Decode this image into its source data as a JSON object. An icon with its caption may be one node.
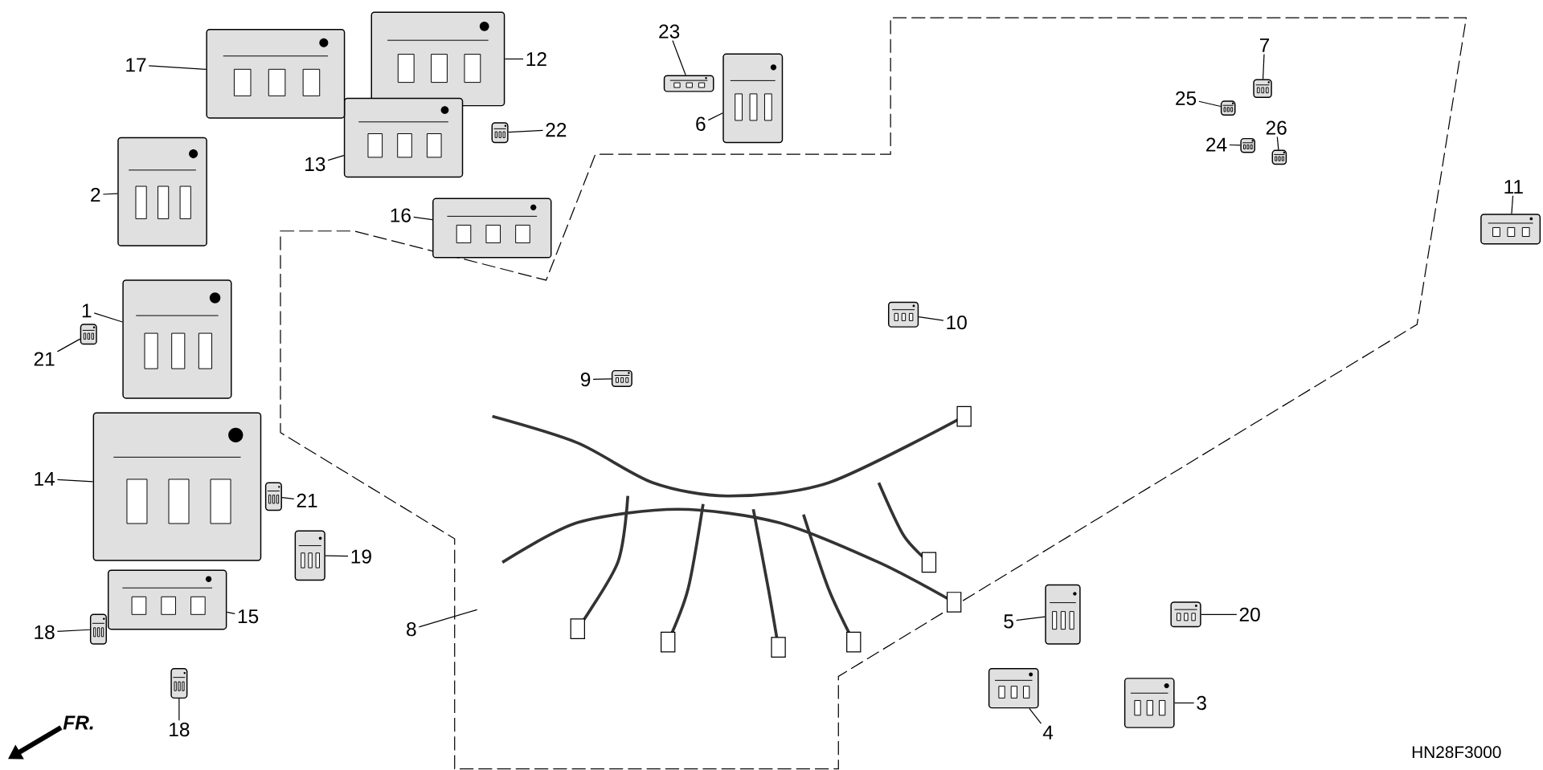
{
  "diagram": {
    "nodes": [
      {
        "text": [
          "1"
        ]
      },
      {
        "text": [],
        "shape": "picture"
      },
      {
        "text": [
          "2"
        ]
      },
      {
        "text": [],
        "shape": "picture"
      },
      {
        "text": [
          "3"
        ]
      },
      {
        "text": [],
        "shape": "picture"
      },
      {
        "text": [
          "4"
        ]
      },
      {
        "text": [],
        "shape": "picture"
      },
      {
        "text": [
          "5"
        ]
      },
      {
        "text": [],
        "shape": "picture"
      },
      {
        "text": [
          "6"
        ]
      },
      {
        "text": [],
        "shape": "picture"
      },
      {
        "text": [
          "7"
        ]
      },
      {
        "text": [],
        "shape": "picture"
      },
      {
        "text": [
          "8"
        ]
      },
      {
        "text": [],
        "shape": "picture"
      },
      {
        "text": [
          "9"
        ]
      },
      {
        "text": [],
        "shape": "picture"
      },
      {
        "text": [
          "10"
        ]
      },
      {
        "text": [],
        "shape": "picture"
      },
      {
        "text": [
          "11"
        ]
      },
      {
        "text": [],
        "shape": "picture"
      },
      {
        "text": [
          "12"
        ]
      },
      {
        "text": [],
        "shape": "picture"
      },
      {
        "text": [
          "13"
        ]
      },
      {
        "text": [],
        "shape": "picture"
      },
      {
        "text": [
          "14"
        ]
      },
      {
        "text": [],
        "shape": "picture"
      },
      {
        "text": [
          "15"
        ]
      },
      {
        "text": [],
        "shape": "picture"
      },
      {
        "text": [
          "16"
        ]
      },
      {
        "text": [],
        "shape": "picture"
      },
      {
        "text": [
          "17"
        ]
      },
      {
        "text": [],
        "shape": "picture"
      },
      {
        "text": [
          "18"
        ]
      },
      {
        "text": [],
        "shape": "picture"
      },
      {
        "text": [
          "18"
        ]
      },
      {
        "text": [],
        "shape": "picture"
      },
      {
        "text": [
          "19"
        ]
      },
      {
        "text": [],
        "shape": "picture"
      },
      {
        "text": [
          "20"
        ]
      },
      {
        "text": [],
        "shape": "picture"
      },
      {
        "text": [
          "21"
        ]
      },
      {
        "text": [],
        "shape": "picture"
      },
      {
        "text": [
          "21"
        ]
      },
      {
        "text": [],
        "shape": "picture"
      },
      {
        "text": [
          "22"
        ]
      },
      {
        "text": [],
        "shape": "picture"
      },
      {
        "text": [
          "23"
        ]
      },
      {
        "text": [],
        "shape": "picture"
      },
      {
        "text": [
          "24"
        ]
      },
      {
        "text": [],
        "shape": "picture"
      },
      {
        "text": [
          "25"
        ]
      },
      {
        "text": [],
        "shape": "picture"
      },
      {
        "text": [
          "26"
        ]
      },
      {
        "text": [],
        "shape": "picture"
      }
    ],
    "edges": [
      {
        "from": 0,
        "to": 1,
        "arrow": "none"
      },
      {
        "from": 2,
        "to": 3,
        "arrow": "none"
      },
      {
        "from": 4,
        "to": 5,
        "arrow": "none"
      },
      {
        "from": 6,
        "to": 7,
        "arrow": "none"
      },
      {
        "from": 8,
        "to": 9,
        "arrow": "none"
      },
      {
        "from": 10,
        "to": 11,
        "arrow": "none"
      },
      {
        "from": 12,
        "to": 13,
        "arrow": "none"
      },
      {
        "from": 14,
        "to": 15,
        "arrow": "none"
      },
      {
        "from": 16,
        "to": 17,
        "arrow": "none"
      },
      {
        "from": 18,
        "to": 19,
        "arrow": "none"
      },
      {
        "from": 20,
        "to": 21,
        "arrow": "none"
      },
      {
        "from": 22,
        "to": 23,
        "arrow": "none"
      },
      {
        "from": 24,
        "to": 25,
        "arrow": "none"
      },
      {
        "from": 26,
        "to": 27,
        "arrow": "none"
      },
      {
        "from": 28,
        "to": 29,
        "arrow": "none"
      },
      {
        "from": 30,
        "to": 31,
        "arrow": "none"
      },
      {
        "from": 32,
        "to": 33,
        "arrow": "none"
      },
      {
        "from": 34,
        "to": 35,
        "arrow": "none"
      },
      {
        "from": 36,
        "to": 37,
        "arrow": "none"
      },
      {
        "from": 38,
        "to": 39,
        "arrow": "none"
      },
      {
        "from": 40,
        "to": 41,
        "arrow": "none"
      },
      {
        "from": 42,
        "to": 43,
        "arrow": "none"
      },
      {
        "from": 44,
        "to": 45,
        "arrow": "none"
      },
      {
        "from": 46,
        "to": 47,
        "arrow": "none"
      },
      {
        "from": 48,
        "to": 49,
        "arrow": "none"
      },
      {
        "from": 50,
        "to": 51,
        "arrow": "none"
      },
      {
        "from": 52,
        "to": 53,
        "arrow": "none"
      },
      {
        "from": 54,
        "to": 55,
        "arrow": "none"
      }
    ],
    "labels": [
      "FR.",
      "HN28F3000"
    ]
  }
}
